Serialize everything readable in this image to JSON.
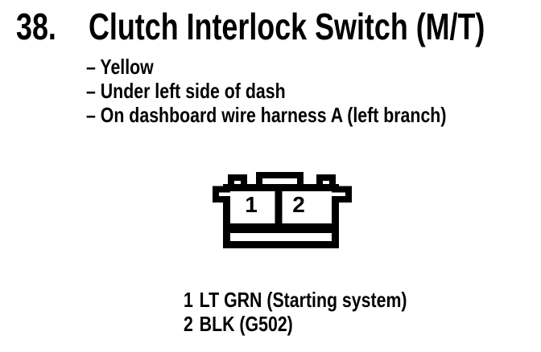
{
  "document": {
    "section_number": "38.",
    "title": "Clutch Interlock Switch (M/T)",
    "notes": [
      "– Yellow",
      "– Under left side of dash",
      "– On dashboard wire harness A (left branch)"
    ],
    "connector": {
      "pin_labels": {
        "pin1": "1",
        "pin2": "2"
      }
    },
    "legend": [
      {
        "pin": "1",
        "desc": "LT GRN (Starting system)"
      },
      {
        "pin": "2",
        "desc": "BLK (G502)"
      }
    ],
    "colors": {
      "ink": "#000000",
      "paper": "#ffffff"
    }
  }
}
